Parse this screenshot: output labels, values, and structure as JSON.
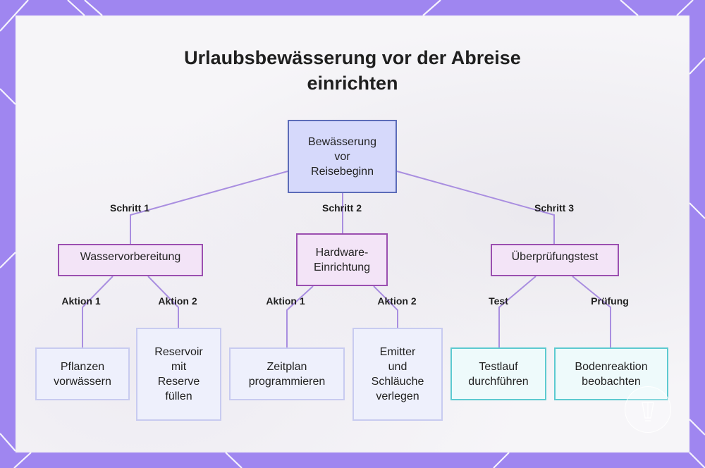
{
  "title": "Urlaubsbewässerung vor der Abreise einrichten",
  "root": {
    "lines": [
      "Bewässerung",
      "vor",
      "Reisebeginn"
    ]
  },
  "branches": [
    {
      "edge_label": "Schritt 1",
      "node": {
        "lines": [
          "Wasservorbereitung"
        ]
      },
      "children": [
        {
          "edge_label": "Aktion 1",
          "lines": [
            "Pflanzen",
            "vorwässern"
          ]
        },
        {
          "edge_label": "Aktion 2",
          "lines": [
            "Reservoir",
            "mit",
            "Reserve",
            "füllen"
          ]
        }
      ]
    },
    {
      "edge_label": "Schritt 2",
      "node": {
        "lines": [
          "Hardware-",
          "Einrichtung"
        ]
      },
      "children": [
        {
          "edge_label": "Aktion 1",
          "lines": [
            "Zeitplan",
            "programmieren"
          ]
        },
        {
          "edge_label": "Aktion 2",
          "lines": [
            "Emitter",
            "und",
            "Schläuche",
            "verlegen"
          ]
        }
      ]
    },
    {
      "edge_label": "Schritt 3",
      "node": {
        "lines": [
          "Überprüfungstest"
        ]
      },
      "children": [
        {
          "edge_label": "Test",
          "lines": [
            "Testlauf",
            "durchführen"
          ]
        },
        {
          "edge_label": "Prüfung",
          "lines": [
            "Bodenreaktion",
            "beobachten"
          ]
        }
      ]
    }
  ],
  "colors": {
    "frame": "#9f86f0",
    "connector": "#a98ee0",
    "root_fill": "#d6d9fb",
    "root_border": "#5b6bb8",
    "mid_fill": "#f3e4f7",
    "mid_border": "#9b4fb0",
    "leaf_fill": "#eef0fc",
    "leaf_border": "#c8cbf0",
    "leaf_alt_fill": "#eefafb",
    "leaf_alt_border": "#5ccad0"
  }
}
